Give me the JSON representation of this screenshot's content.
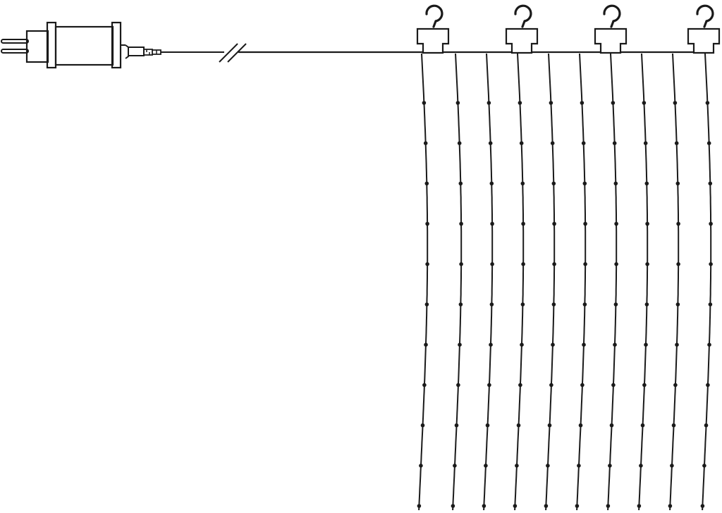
{
  "diagram": {
    "subject": "led-curtain-light",
    "colors": {
      "line": "#1a1a1a",
      "body": "#ffffff",
      "bulb": "#1a1a1a"
    },
    "parts": {
      "plug": {
        "icon": "power-plug-icon"
      },
      "transformer": {
        "icon": "power-adapter-icon"
      },
      "connector": {
        "icon": "cable-connector-icon"
      },
      "lead_cable": {
        "icon": "lead-cable-icon",
        "break_mark": "//"
      },
      "hooks": {
        "count": 4,
        "icon": "hanging-hook-icon"
      },
      "strands": {
        "count": 10,
        "bulbs_per_strand": 11,
        "icon": "led-strand-icon"
      }
    }
  }
}
